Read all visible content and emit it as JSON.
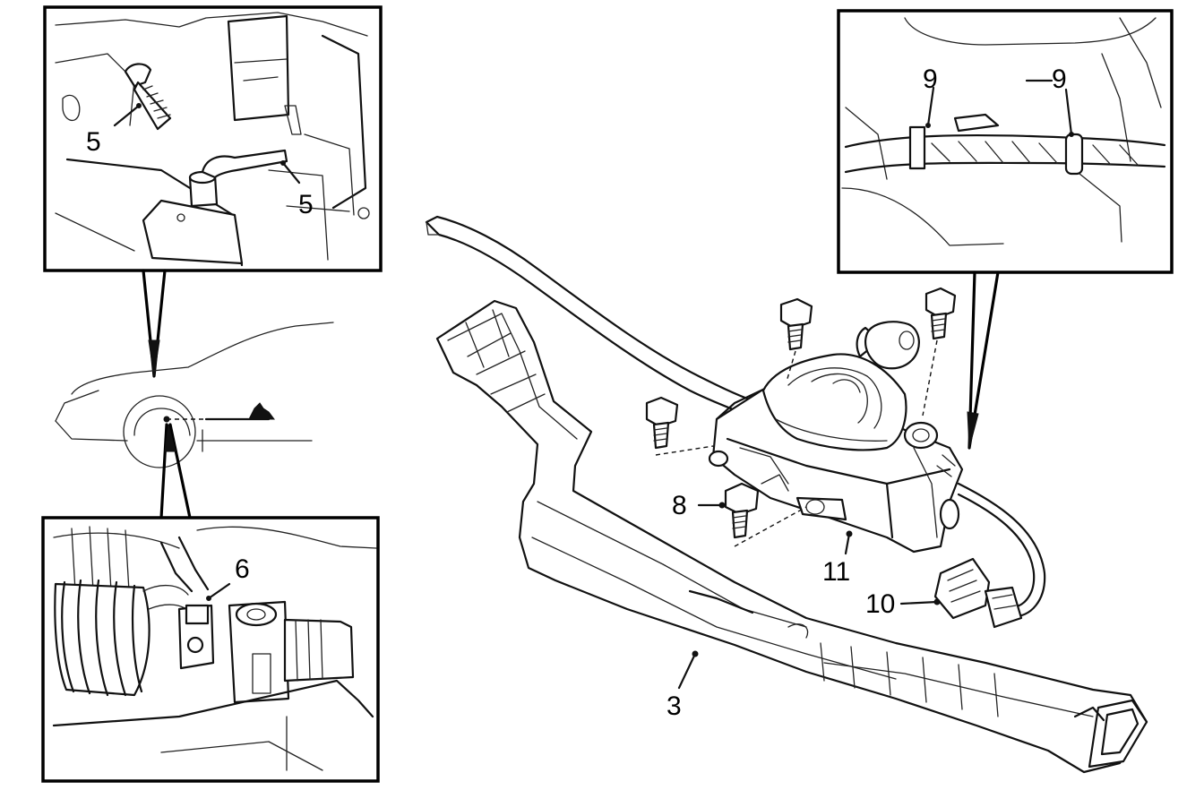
{
  "callouts": {
    "c5_upper": "5",
    "c5_lower": "5",
    "c6": "6",
    "c9_left": "9",
    "c9_right": "9",
    "c8": "8",
    "c10": "10",
    "c11": "11",
    "c3": "3"
  },
  "colors": {
    "ink": "#000000",
    "paper": "#ffffff"
  }
}
